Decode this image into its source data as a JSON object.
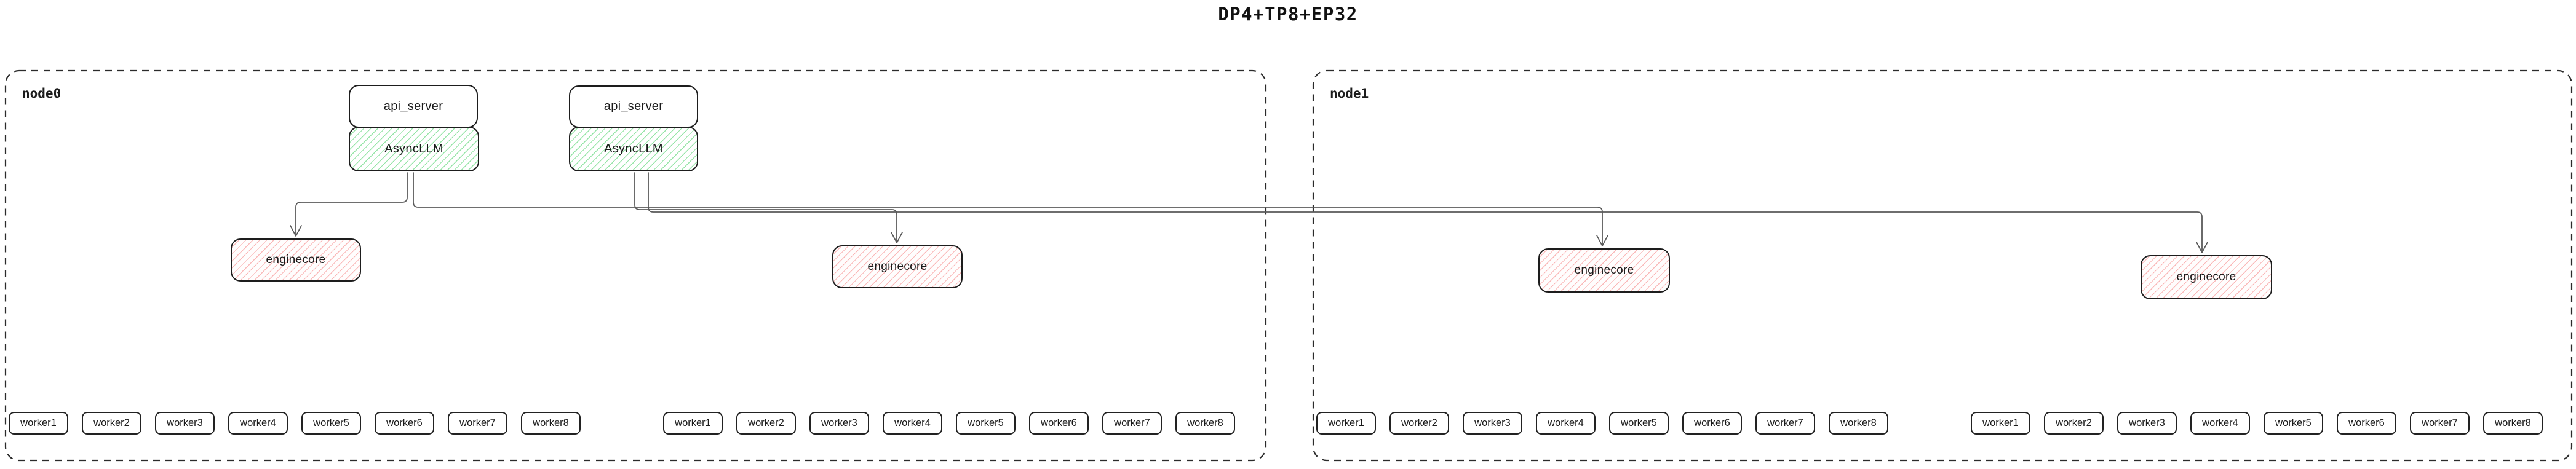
{
  "title": "DP4+TP8+EP32",
  "colors": {
    "box_border": "#1d1d1d",
    "node_border": "#2b2b2b",
    "edge_line": "#5a5a5a",
    "green_hatch": "#82e096",
    "red_hatch": "#f8a0a0"
  },
  "nodes": [
    {
      "label": "node0",
      "api_servers": [
        {
          "label": "api_server"
        },
        {
          "label": "api_server"
        }
      ],
      "async_llms": [
        {
          "label": "AsyncLLM"
        },
        {
          "label": "AsyncLLM"
        }
      ],
      "enginecores": [
        {
          "label": "enginecore"
        },
        {
          "label": "enginecore"
        }
      ],
      "worker_groups": [
        {
          "workers": [
            "worker1",
            "worker2",
            "worker3",
            "worker4",
            "worker5",
            "worker6",
            "worker7",
            "worker8"
          ]
        },
        {
          "workers": [
            "worker1",
            "worker2",
            "worker3",
            "worker4",
            "worker5",
            "worker6",
            "worker7",
            "worker8"
          ]
        }
      ]
    },
    {
      "label": "node1",
      "enginecores": [
        {
          "label": "enginecore"
        },
        {
          "label": "enginecore"
        }
      ],
      "worker_groups": [
        {
          "workers": [
            "worker1",
            "worker2",
            "worker3",
            "worker4",
            "worker5",
            "worker6",
            "worker7",
            "worker8"
          ]
        },
        {
          "workers": [
            "worker1",
            "worker2",
            "worker3",
            "worker4",
            "worker5",
            "worker6",
            "worker7",
            "worker8"
          ]
        }
      ]
    }
  ],
  "edges": [
    {
      "from": "node0/AsyncLLM#1",
      "to": "node0/enginecore#1"
    },
    {
      "from": "node0/AsyncLLM#1",
      "to": "node1/enginecore#1"
    },
    {
      "from": "node0/AsyncLLM#2",
      "to": "node0/enginecore#2"
    },
    {
      "from": "node0/AsyncLLM#2",
      "to": "node1/enginecore#2"
    }
  ]
}
